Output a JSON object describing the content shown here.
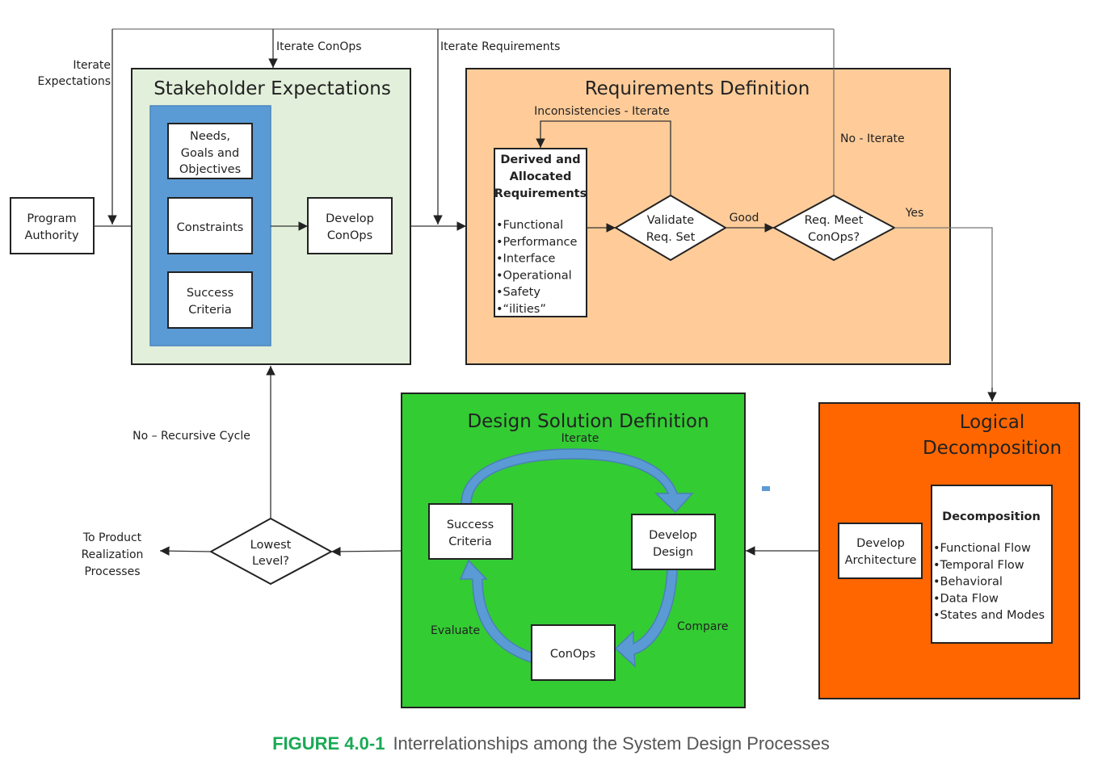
{
  "colors": {
    "stakeholder_bg": "#e2efda",
    "stakeholder_inner": "#5b9bd5",
    "requirements_bg": "#ffcc99",
    "design_bg": "#33cc33",
    "logical_bg": "#ff6600",
    "cycle_arrow": "#5b9bd5",
    "caption_figure": "#1aaa55",
    "caption_text": "#555555"
  },
  "flow_labels": {
    "iterate_expectations": [
      "Iterate",
      "Expectations"
    ],
    "iterate_conops": "Iterate ConOps",
    "iterate_requirements": "Iterate Requirements",
    "inconsistencies_iterate": "Inconsistencies - Iterate",
    "no_iterate": "No - Iterate",
    "good": "Good",
    "yes": "Yes",
    "no_recursive_cycle": "No – Recursive Cycle",
    "to_product_realization": [
      "To Product",
      "Realization",
      "Processes"
    ]
  },
  "program_authority": [
    "Program",
    "Authority"
  ],
  "stakeholder_expectations": {
    "title": "Stakeholder Expectations",
    "needs_goals": [
      "Needs,",
      "Goals and",
      "Objectives"
    ],
    "constraints": "Constraints",
    "success_criteria": [
      "Success",
      "Criteria"
    ],
    "develop_conops": [
      "Develop",
      "ConOps"
    ]
  },
  "requirements_definition": {
    "title": "Requirements Definition",
    "derived_title": [
      "Derived and",
      "Allocated",
      "Requirements"
    ],
    "derived_items": [
      "Functional",
      "Performance",
      "Interface",
      "Operational",
      "Safety",
      "“ilities”"
    ],
    "validate": [
      "Validate",
      "Req. Set"
    ],
    "req_meet": [
      "Req. Meet",
      "ConOps?"
    ]
  },
  "logical_decomposition": {
    "title": [
      "Logical",
      "Decomposition"
    ],
    "develop_architecture": [
      "Develop",
      "Architecture"
    ],
    "decomposition_title": "Decomposition",
    "decomposition_items": [
      "Functional Flow",
      "Temporal Flow",
      "Behavioral",
      "Data Flow",
      "States and Modes"
    ]
  },
  "design_solution": {
    "title": "Design Solution Definition",
    "iterate": "Iterate",
    "success_criteria": [
      "Success",
      "Criteria"
    ],
    "develop_design": [
      "Develop",
      "Design"
    ],
    "conops": "ConOps",
    "compare": "Compare",
    "evaluate": "Evaluate"
  },
  "lowest_level": [
    "Lowest",
    "Level?"
  ],
  "caption": {
    "figure": "FIGURE 4.0-1",
    "text": "Interrelationships among the System Design Processes"
  }
}
